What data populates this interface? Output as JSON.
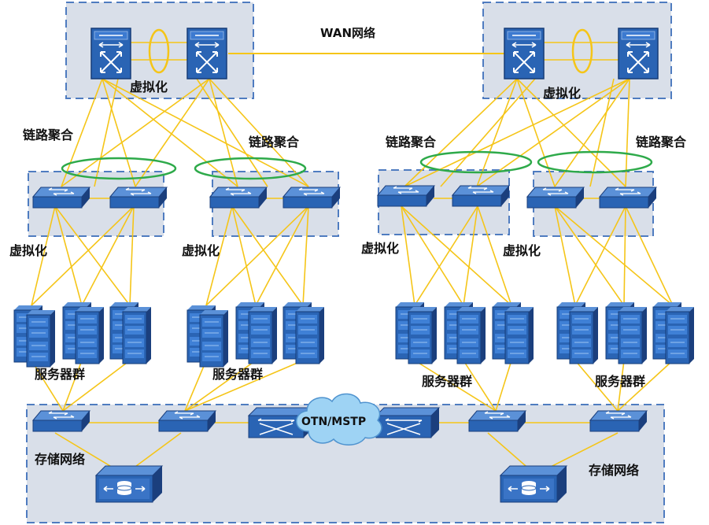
{
  "labels": {
    "wan": "WAN网络",
    "core_left_virt": "虚拟化",
    "core_right_virt": "虚拟化",
    "lag_1": "链路聚合",
    "lag_2": "链路聚合",
    "lag_3": "链路聚合",
    "lag_4": "链路聚合",
    "virt_1": "虚拟化",
    "virt_2": "虚拟化",
    "virt_3": "虚拟化",
    "virt_4": "虚拟化",
    "servers_1": "服务器群",
    "servers_2": "服务器群",
    "servers_3": "服务器群",
    "servers_4": "服务器群",
    "storage_left": "存储网络",
    "storage_right": "存储网络",
    "otn": "OTN/MSTP"
  },
  "icons": {
    "core_switch": "core-switch-icon",
    "access_switch": "access-switch-icon",
    "server_rack": "server-rack-icon",
    "storage": "storage-array-icon",
    "cloud": "cloud-icon",
    "optical_switch": "optical-switch-icon"
  },
  "colors": {
    "link": "#f5c518",
    "aggregation_ring": "#2eaa4a",
    "box_fill": "#d9dfe9",
    "box_border": "#4f7cc0",
    "device_blue": "#2a64b4",
    "device_dark": "#1b3f7d",
    "cloud": "#9ed3f4"
  }
}
